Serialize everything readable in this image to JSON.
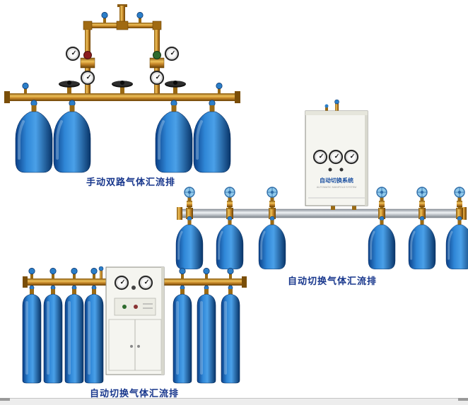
{
  "page": {
    "background": "#ffffff",
    "bottom_border_color": "#c4c4c4"
  },
  "colors": {
    "caption": "#17368c",
    "knob_blue": "#2b7ec8",
    "knob_light": "#8fc8ea",
    "brass": "#c8892a",
    "bottle_blue": "#2f86d6",
    "steel_pipe": "#c7ccd2",
    "cabinet_body": "#f5f5f0",
    "handwheel": "#141414",
    "gauge_face": "#f8f8f8"
  },
  "figures": [
    {
      "id": "manual-dual-manifold",
      "caption": "手动双路气体汇流排"
    },
    {
      "id": "auto-switch-manifold-right",
      "caption": "自动切换气体汇流排",
      "cabinet_label": "自动切换系统",
      "cabinet_sublabel": "AUTOMATIC MANIFOLD SYSTEM"
    },
    {
      "id": "auto-switch-manifold-bottom",
      "caption": "自动切换气体汇流排"
    }
  ]
}
